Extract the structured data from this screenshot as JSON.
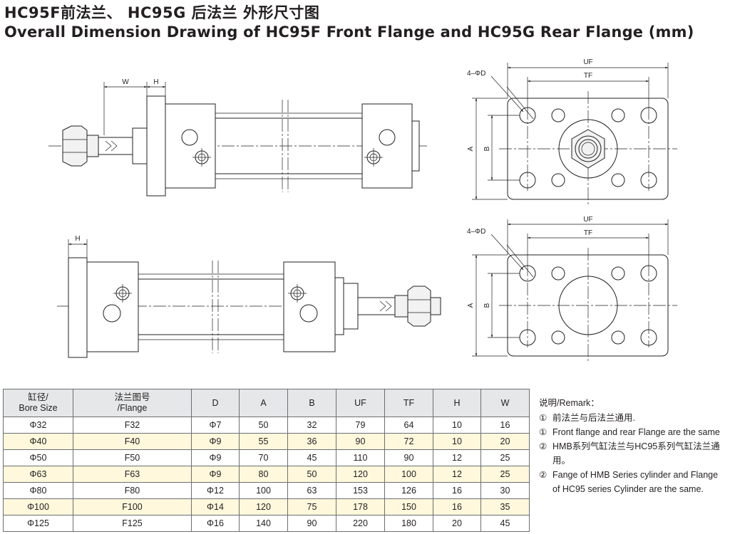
{
  "title_zh": "HC95F前法兰、 HC95G 后法兰 外形尺寸图",
  "title_en": "Overall Dimension Drawing of HC95F Front Flange and HC95G Rear Flange (mm)",
  "drawing_labels": {
    "W": "W",
    "H": "H",
    "UF": "UF",
    "TF": "TF",
    "A": "A",
    "B": "B",
    "holes": "4–ΦD"
  },
  "table": {
    "headers": [
      [
        "缸径/",
        "Bore Size"
      ],
      [
        "法兰图号",
        "/Flange"
      ],
      [
        "D"
      ],
      [
        "A"
      ],
      [
        "B"
      ],
      [
        "UF"
      ],
      [
        "TF"
      ],
      [
        "H"
      ],
      [
        "W"
      ]
    ],
    "rows": [
      [
        "Φ32",
        "F32",
        "Φ7",
        "50",
        "32",
        "79",
        "64",
        "10",
        "16"
      ],
      [
        "Φ40",
        "F40",
        "Φ9",
        "55",
        "36",
        "90",
        "72",
        "10",
        "20"
      ],
      [
        "Φ50",
        "F50",
        "Φ9",
        "70",
        "45",
        "110",
        "90",
        "12",
        "25"
      ],
      [
        "Φ63",
        "F63",
        "Φ9",
        "80",
        "50",
        "120",
        "100",
        "12",
        "25"
      ],
      [
        "Φ80",
        "F80",
        "Φ12",
        "100",
        "63",
        "153",
        "126",
        "16",
        "30"
      ],
      [
        "Φ100",
        "F100",
        "Φ14",
        "120",
        "75",
        "178",
        "150",
        "16",
        "35"
      ],
      [
        "Φ125",
        "F125",
        "Φ16",
        "140",
        "90",
        "220",
        "180",
        "20",
        "45"
      ]
    ]
  },
  "remark": {
    "title": "说明/Remark：",
    "notes": [
      {
        "num": "①",
        "text": "前法兰与后法兰通用."
      },
      {
        "num": "①",
        "text": "Front flange and rear Flange are the same"
      },
      {
        "num": "②",
        "text": "HMB系列气缸法兰与HC95系列气缸法兰通用。"
      },
      {
        "num": "②",
        "text": "Fange of HMB Series cylinder and Flange of HC95 series Cylinder are the same."
      }
    ]
  }
}
